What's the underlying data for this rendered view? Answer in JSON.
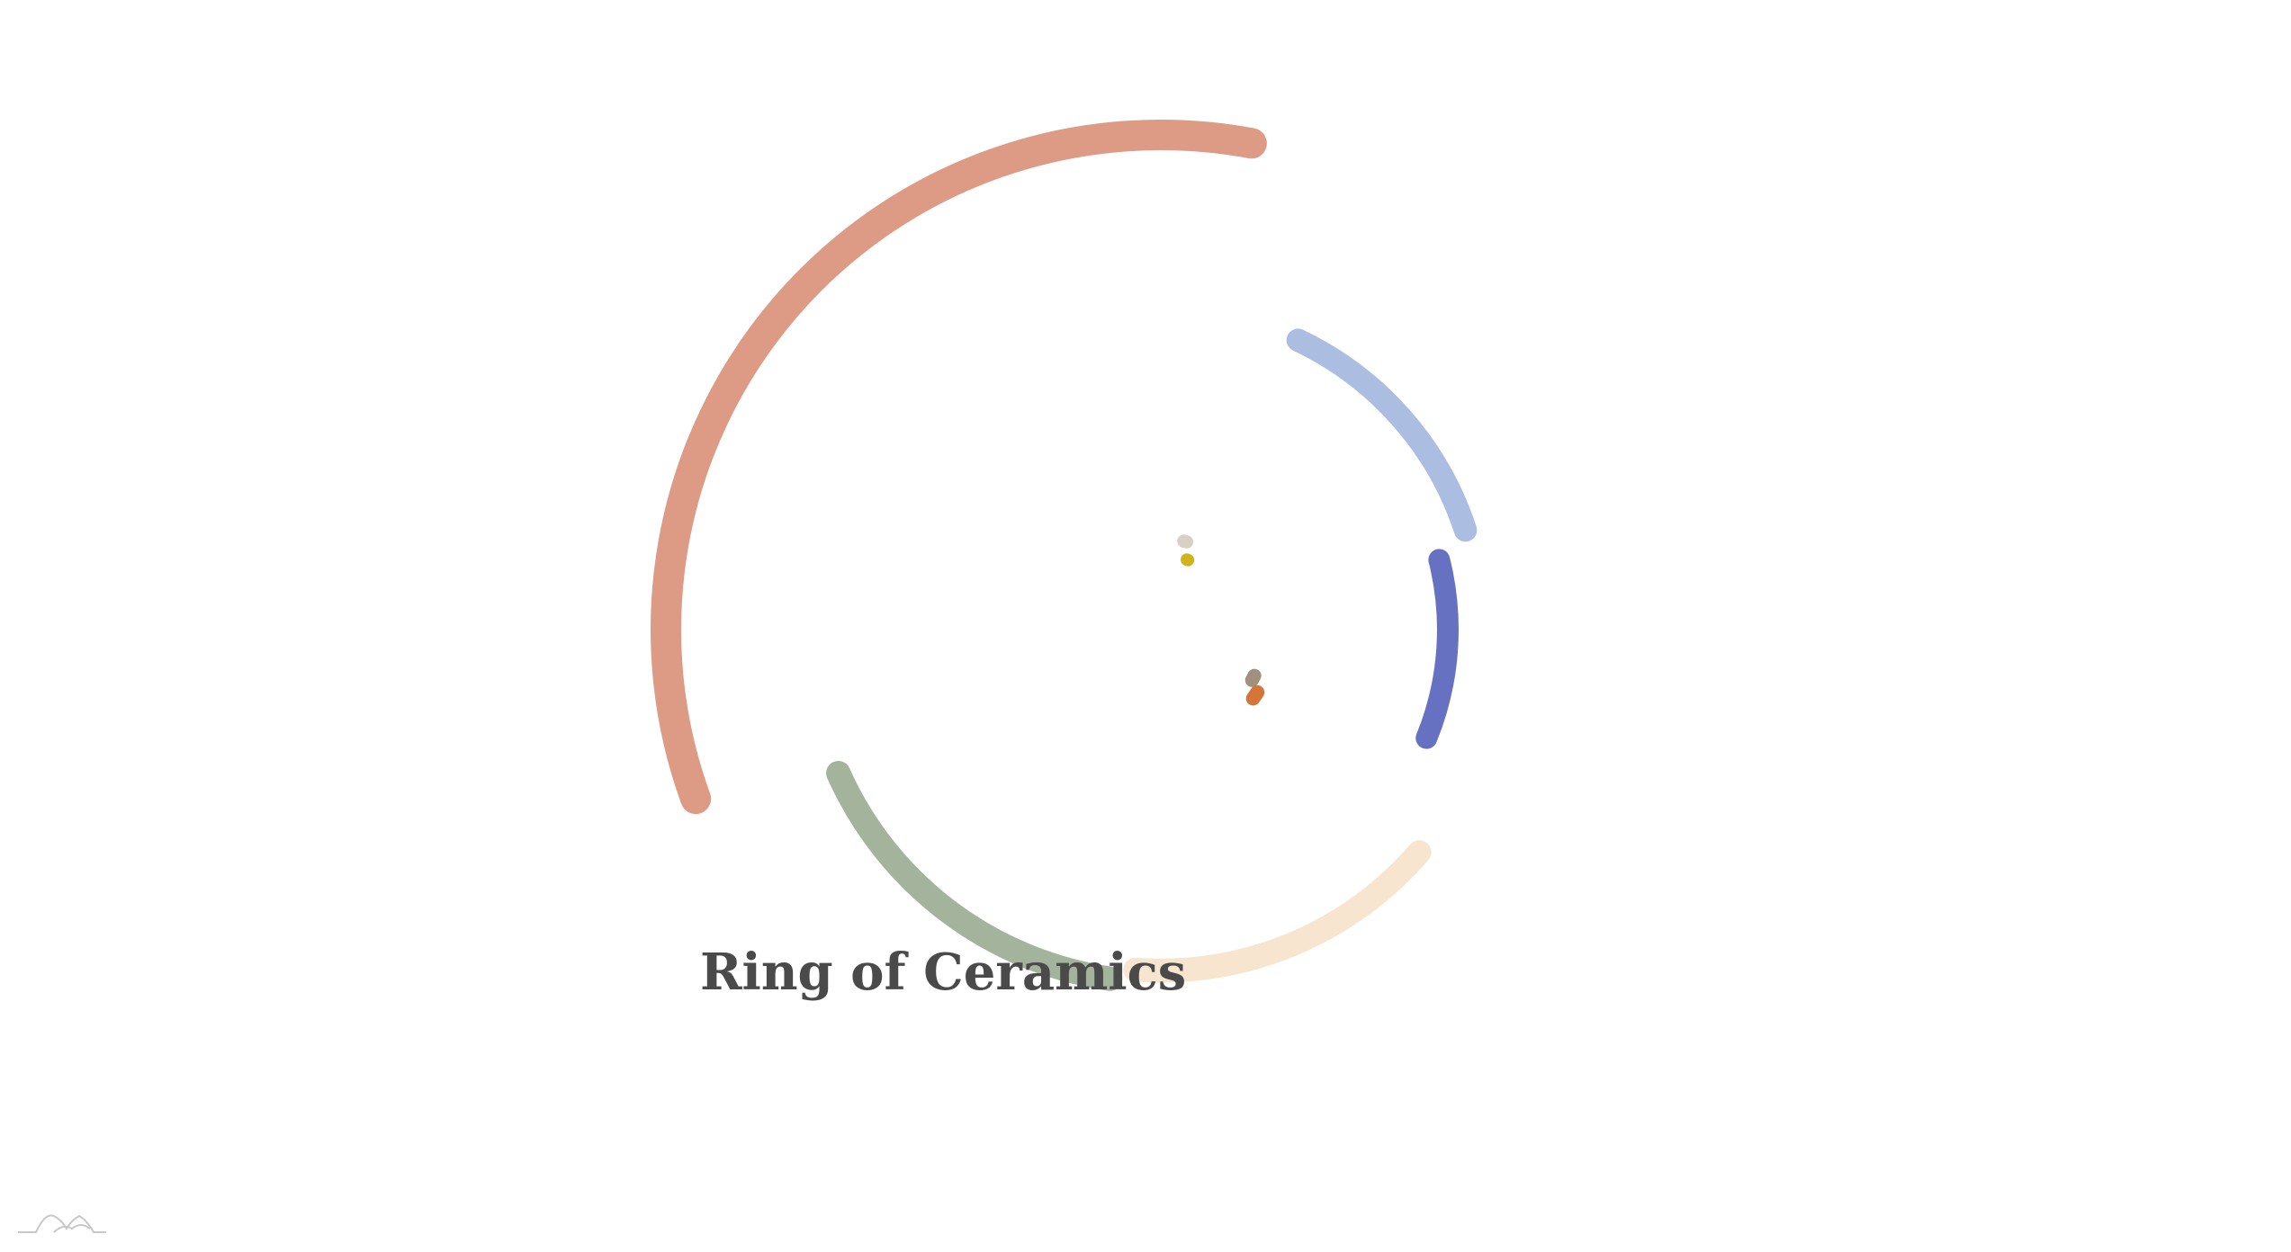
{
  "chart_data": {
    "type": "pie",
    "style": "radial-arc-ring",
    "title": "Ring of Ceramics",
    "start_angle_deg": 250,
    "legend": "none",
    "series": [
      {
        "value": 25.9,
        "color": "#dd9b85"
      },
      {
        "value": 0.4,
        "color": "#d9d0c5"
      },
      {
        "value": 0.2,
        "color": "#cfb420"
      },
      {
        "value": 10.0,
        "color": "#abbde0"
      },
      {
        "value": 7.8,
        "color": "#6672c1"
      },
      {
        "value": 0.6,
        "color": "#a09080"
      },
      {
        "value": 0.8,
        "color": "#d4753a"
      },
      {
        "value": 11.5,
        "color": "#f8e5cf"
      },
      {
        "value": 12.4,
        "color": "#a4b49c"
      }
    ]
  },
  "logo_icon": "mountain-logo-icon"
}
